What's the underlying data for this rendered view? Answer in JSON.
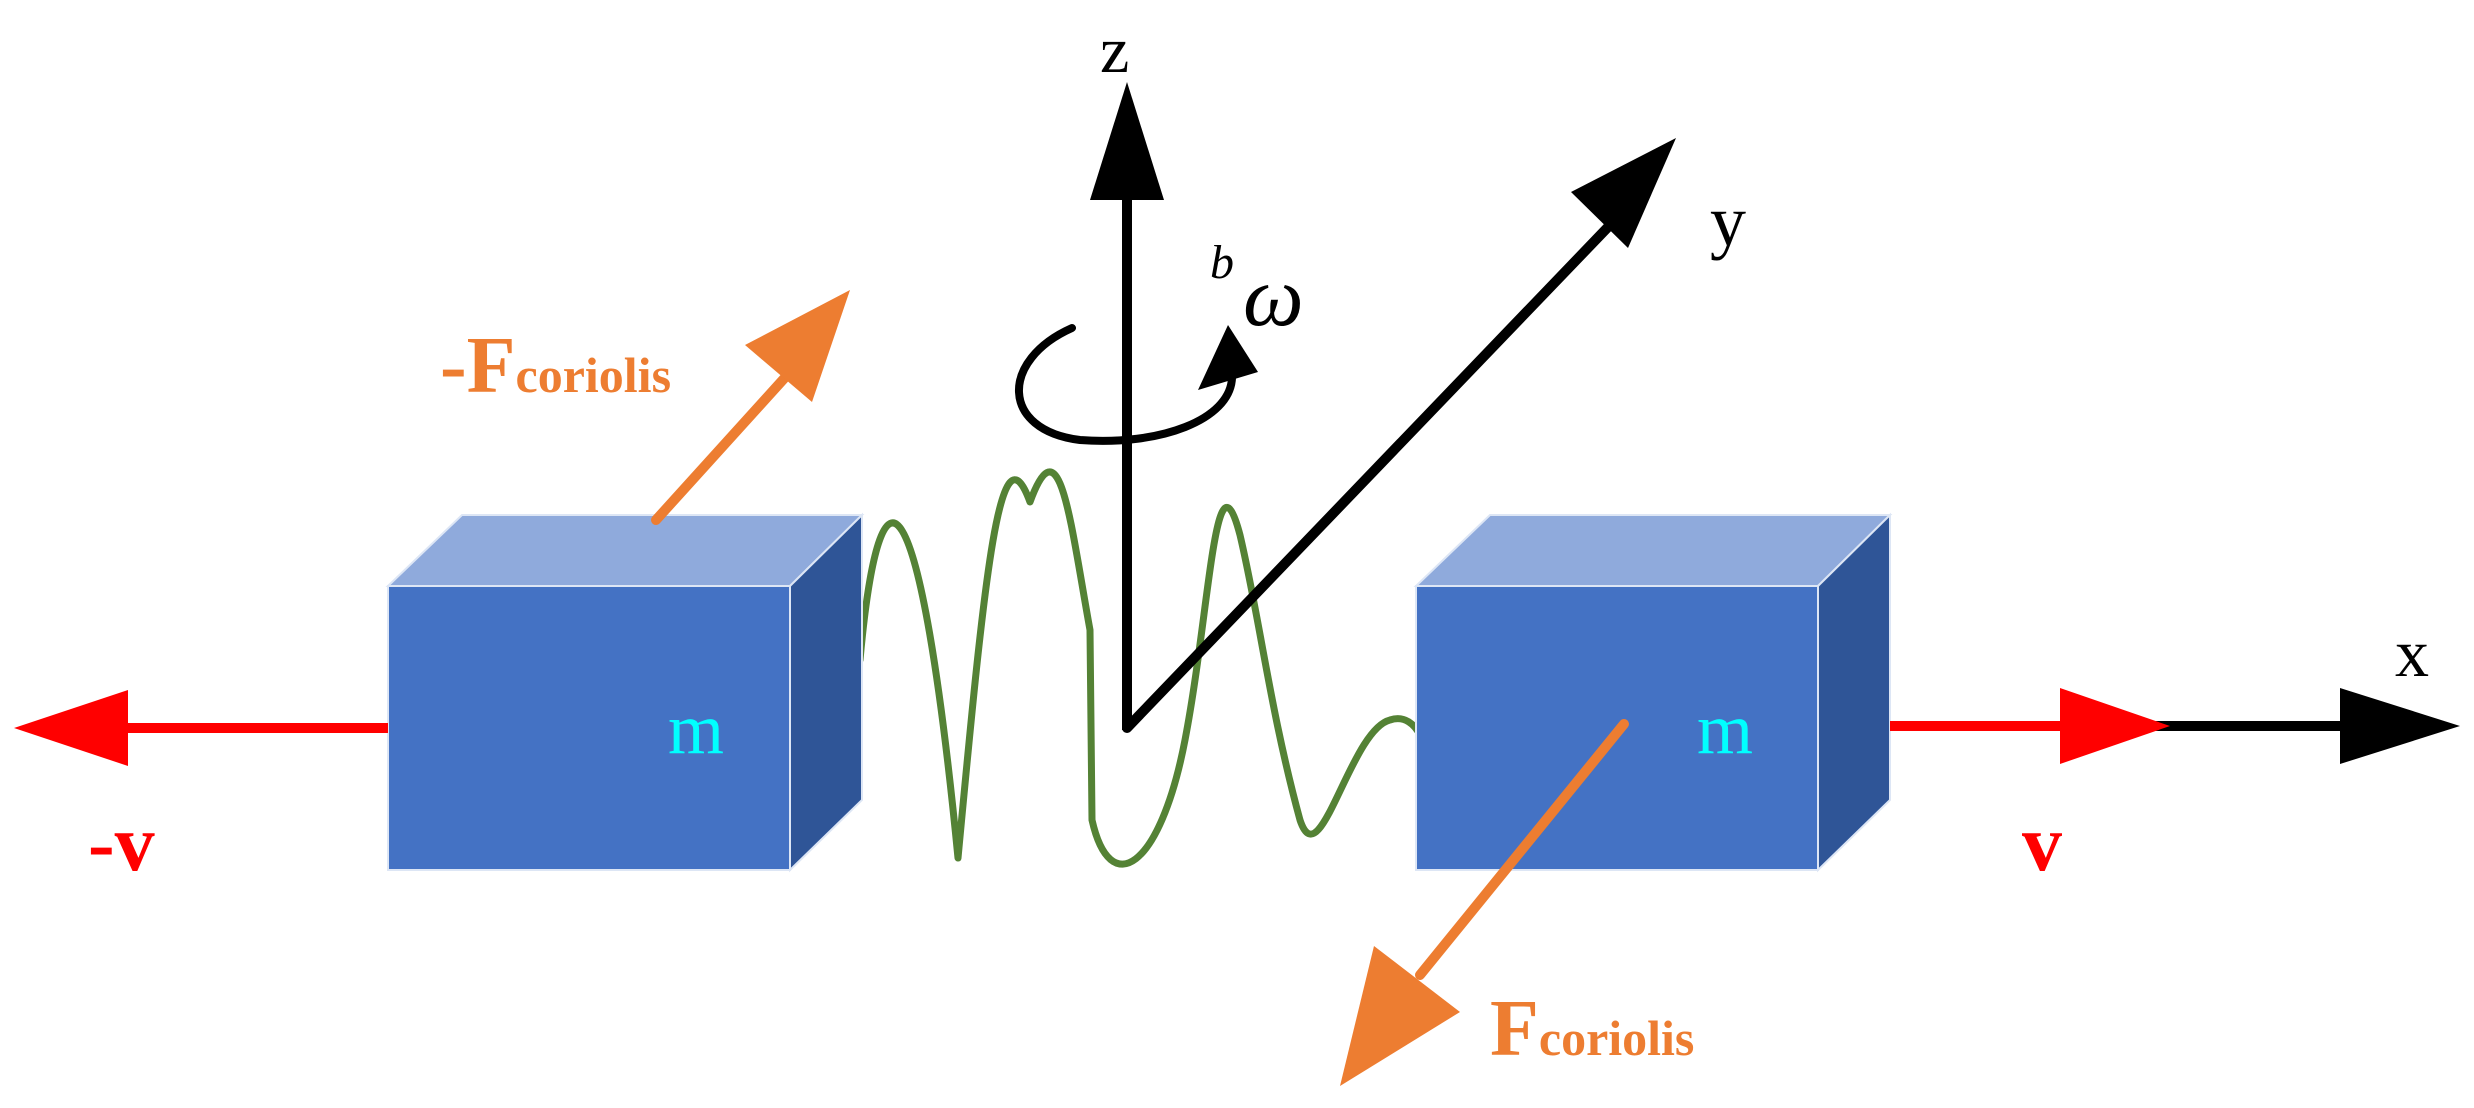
{
  "axes": {
    "x_label": "x",
    "y_label": "y",
    "z_label": "z"
  },
  "rotation": {
    "superscript": "b",
    "symbol": "ω"
  },
  "masses": {
    "left_label": "m",
    "right_label": "m"
  },
  "velocities": {
    "left_label": "-v",
    "right_label": "v"
  },
  "forces": {
    "left_sign": "-",
    "left_main": "F",
    "left_sub": "coriolis",
    "right_main": "F",
    "right_sub": "coriolis"
  },
  "colors": {
    "block_front": "#4472c4",
    "block_top": "#8faadc",
    "block_side": "#2f5597",
    "block_edge": "#dde6f5",
    "mass_text": "#00ffff",
    "velocity": "#ff0000",
    "force": "#ed7d31",
    "spring": "#548235",
    "axis": "#000000"
  }
}
